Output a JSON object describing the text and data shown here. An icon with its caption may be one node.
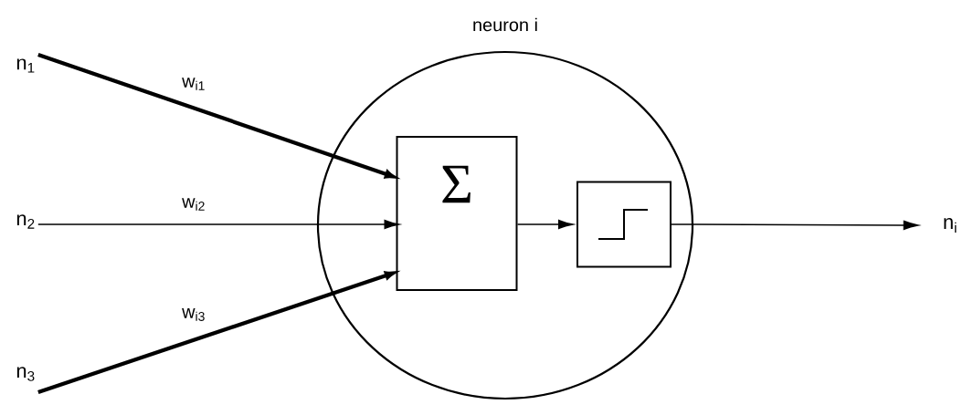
{
  "diagram": {
    "nodes": [
      {
        "text": [
          "n$_{1}$"
        ]
      },
      {
        "text": [
          "n$_{2}$"
        ]
      },
      {
        "text": [
          "n$_{3}$"
        ]
      },
      {
        "text": [
          "neuron i"
        ]
      },
      {
        "text": [
          "Σ"
        ],
        "in": 3
      },
      {
        "text": [],
        "shape": "box",
        "in": 3
      },
      {
        "text": [
          "n$_{i}$"
        ]
      }
    ],
    "edges": [
      {
        "from": 0,
        "to": 4,
        "arrow": "to",
        "label": "w$_{i1}$",
        "style": "thick"
      },
      {
        "from": 1,
        "to": 4,
        "arrow": "to",
        "label": "w$_{i2}$"
      },
      {
        "from": 2,
        "to": 4,
        "arrow": "to",
        "label": "w$_{i3}$",
        "style": "thick"
      },
      {
        "from": 4,
        "to": 5,
        "arrow": "to"
      },
      {
        "from": 5,
        "to": 6,
        "arrow": "to"
      }
    ]
  }
}
